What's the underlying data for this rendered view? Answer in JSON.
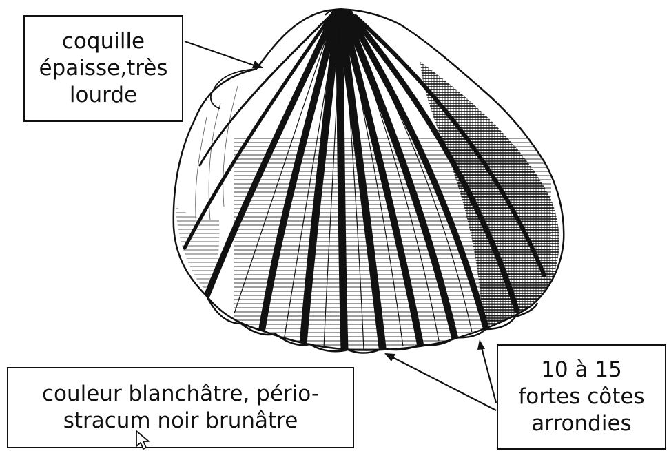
{
  "labels": {
    "thick_shell": {
      "lines": [
        "coquille",
        "épaisse,très",
        "lourde"
      ]
    },
    "color": {
      "lines": [
        "couleur blanchâtre, pério-",
        "stracum noir brunâtre"
      ]
    },
    "ribs": {
      "lines": [
        "10 à 15",
        "fortes côtes",
        "arrondies"
      ]
    }
  },
  "shell": {
    "rib_count": 12
  },
  "colors": {
    "ink": "#111111",
    "paper": "#ffffff"
  }
}
